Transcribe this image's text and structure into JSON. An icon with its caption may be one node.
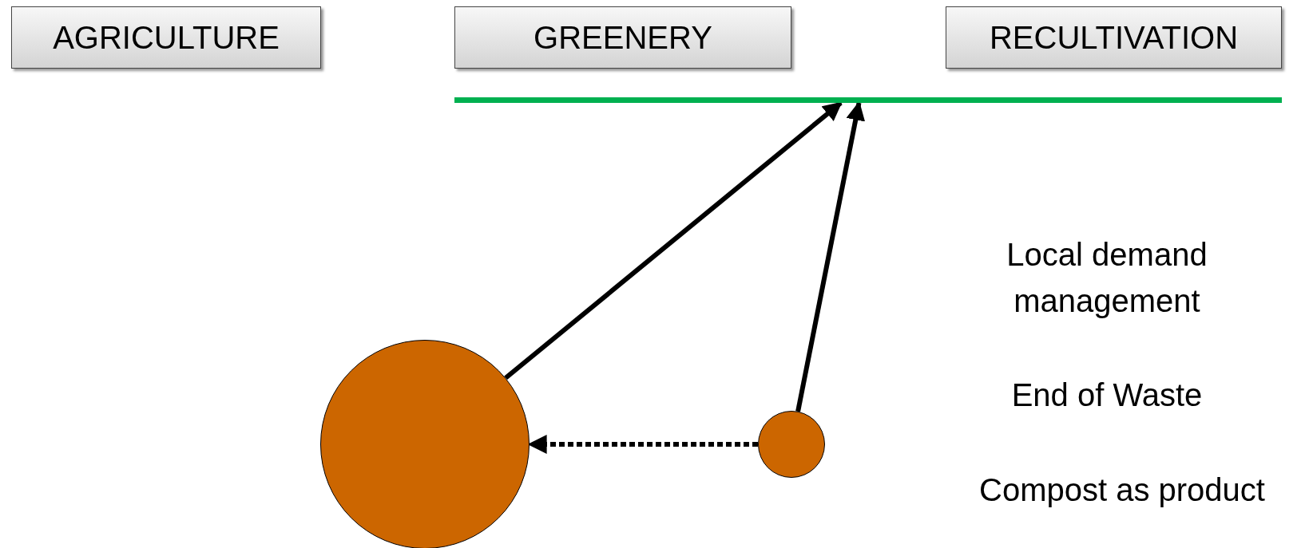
{
  "diagram": {
    "nodes": [
      {
        "text": [
          "AGRICULTURE"
        ]
      },
      {
        "text": [
          "GREENERY"
        ]
      },
      {
        "text": [
          "RECULTIVATION"
        ]
      },
      {
        "text": [],
        "shape": "bar"
      },
      {
        "text": [],
        "shape": "circle"
      },
      {
        "text": [],
        "shape": "circle"
      }
    ],
    "edges": [
      {
        "from": 4,
        "to": 3,
        "arrow": "to"
      },
      {
        "from": 5,
        "to": 3,
        "arrow": "to"
      },
      {
        "from": 5,
        "to": 4,
        "arrow": "to",
        "style": "dashed"
      }
    ],
    "labels": [
      "Local demand management",
      "End of Waste",
      "Compost as product"
    ]
  }
}
